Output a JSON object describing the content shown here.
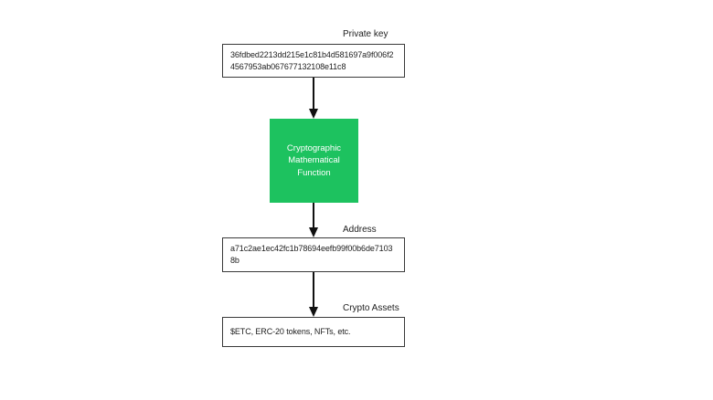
{
  "title": "Private key to crypto assets derivation diagram",
  "colors": {
    "background": "#ffffff",
    "accent_green": "#1dc25f",
    "green_box_text": "#ffffff",
    "box_border": "#3a3a3a",
    "text": "#212121",
    "arrow": "#111111"
  },
  "nodes": {
    "private_key": {
      "label": "Private key",
      "line1": "36fdbed2213dd215e1c81b4d581697a9f006f2",
      "line2": "4567953ab067677132108e11c8"
    },
    "crypto_function": {
      "line1": "Cryptographic",
      "line2": "Mathematical",
      "line3": "Function"
    },
    "address": {
      "label": "Address",
      "line1": "a71c2ae1ec42fc1b78694eefb99f00b6de7103",
      "line2": "8b"
    },
    "crypto_assets": {
      "label": "Crypto Assets",
      "line1": "$ETC, ERC-20 tokens, NFTs, etc."
    }
  }
}
